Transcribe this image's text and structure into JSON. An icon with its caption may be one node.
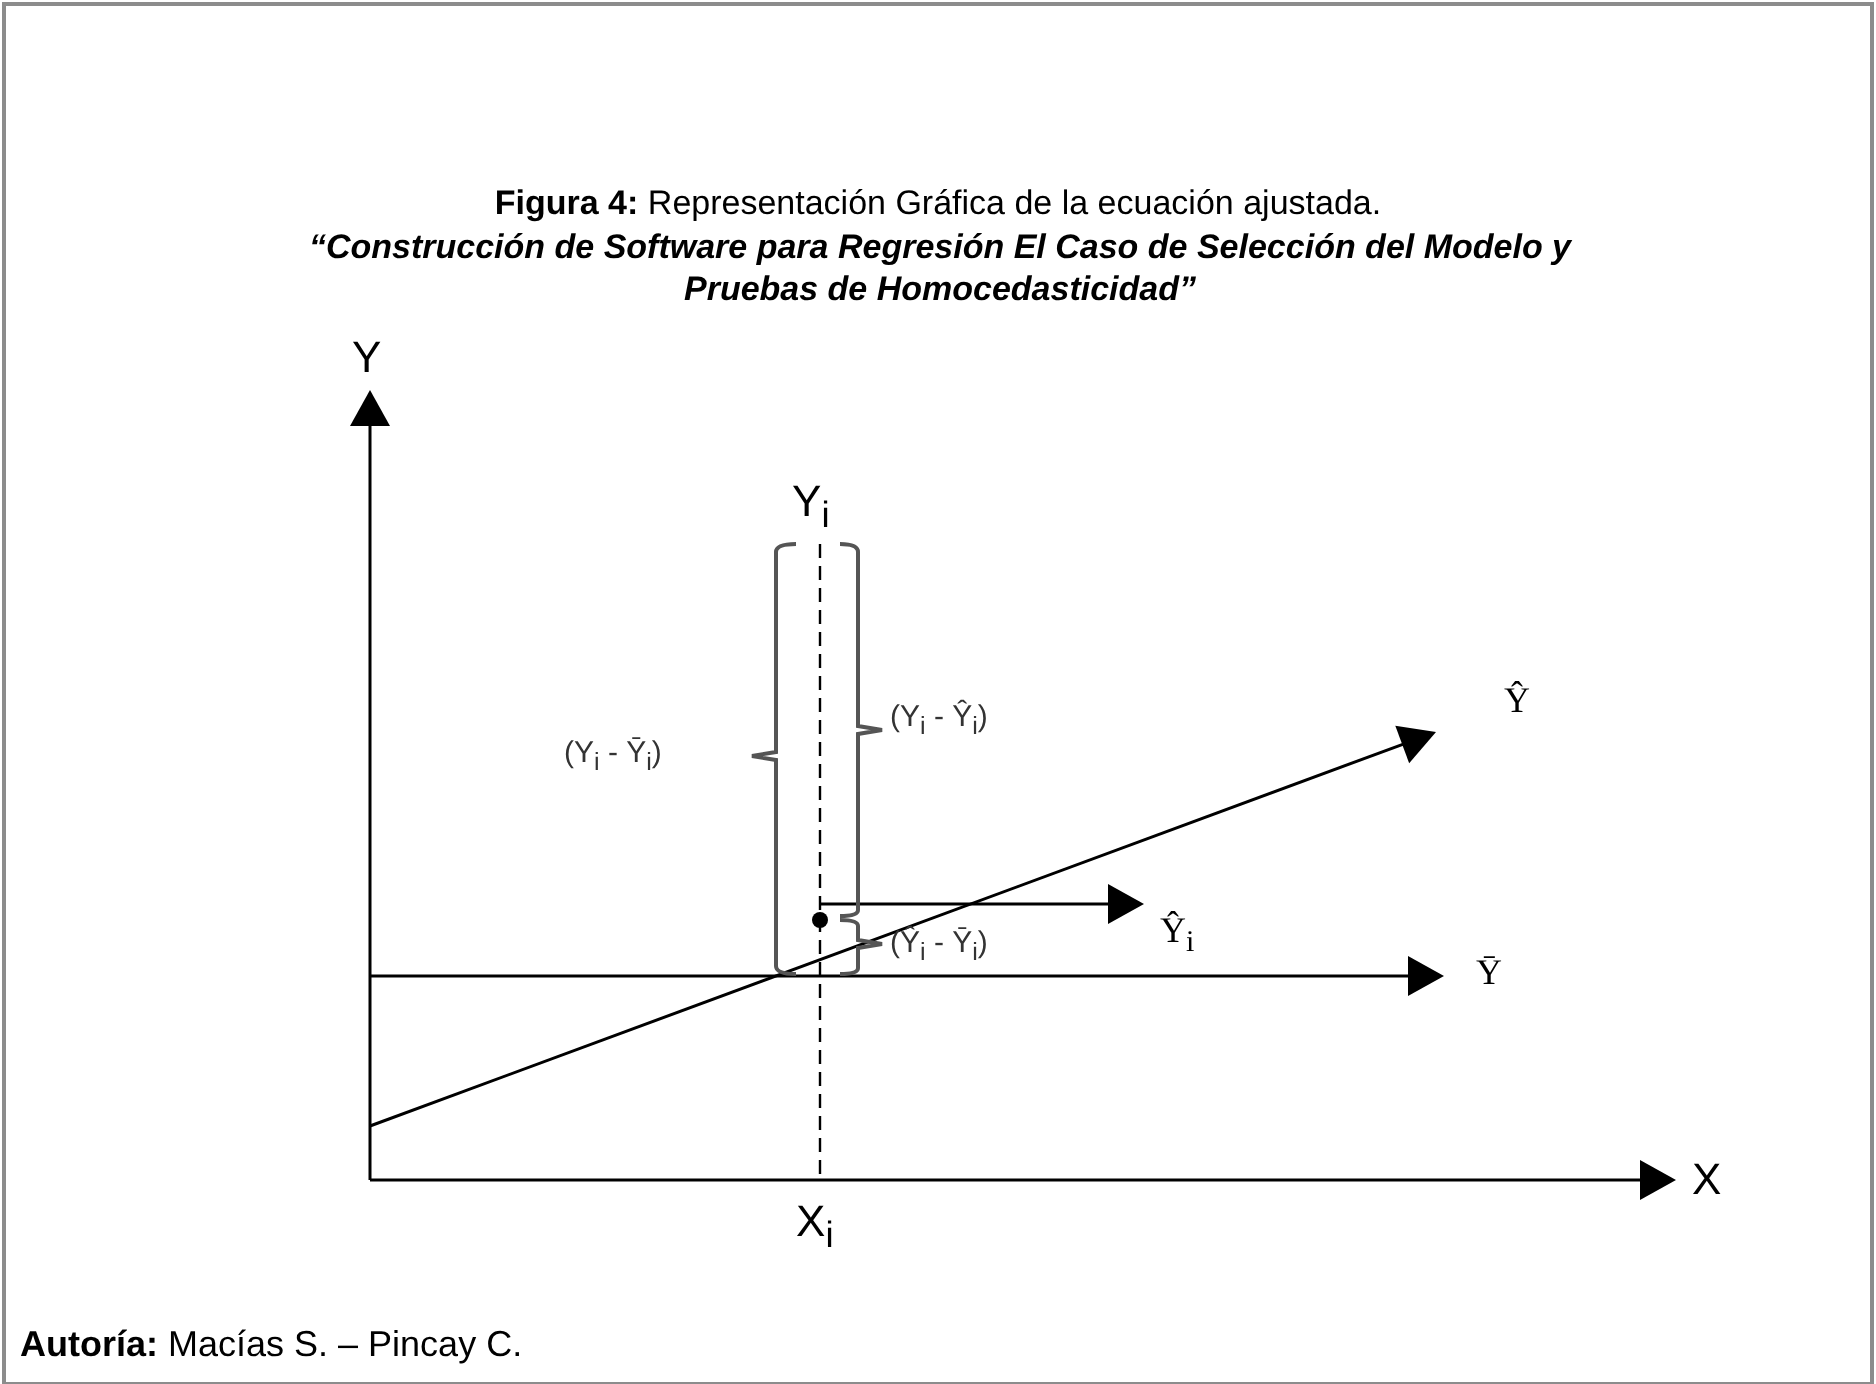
{
  "diagram": {
    "title": "**Figura 4:** Representación Gráfica de la ecuación ajustada.",
    "caption": "**Autoría:** Macías S. – Pincay C.",
    "labels": [
      "“Construcción de Software para Regresión El Caso de Selección del Modelo y Pruebas de Homocedasticidad”",
      "Y",
      "Y$_{i}$",
      "Ŷ",
      "(Y$_{i}$ - Ȳ$_{i}$)",
      "(Y$_{i}$ - Ŷ$_{i}$)",
      "Ŷ$_{i}$",
      "(Ŷ$_{i}$ - Ȳ$_{i}$)",
      "Ȳ",
      "X",
      "X$_{i}$"
    ]
  }
}
